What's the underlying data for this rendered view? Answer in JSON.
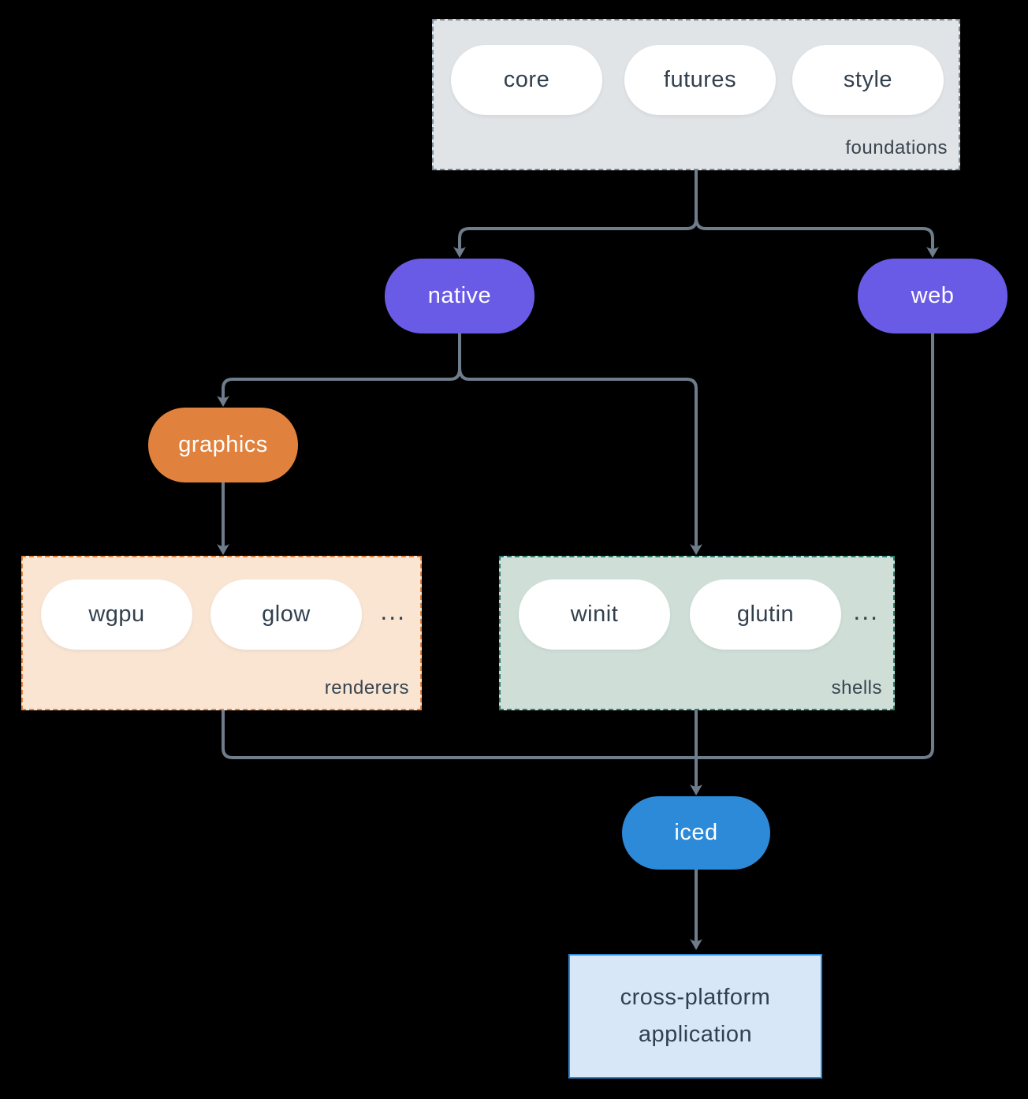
{
  "colors": {
    "background": "#000000",
    "arrow": "#6e7c8c",
    "purple_node": "#6a5be6",
    "orange_node": "#e0823d",
    "blue_node": "#2d8ad8",
    "foundations_fill": "#e0e4e7",
    "foundations_border": "#7a8795",
    "renderers_fill": "#fae5d3",
    "renderers_border": "#e8833d",
    "shells_fill": "#cfdfd8",
    "shells_border": "#2e7d6e",
    "app_fill": "#d8e7f7",
    "app_border": "#2d8ad8",
    "dark_text": "#32404e"
  },
  "groups": {
    "foundations": {
      "label": "foundations",
      "items": [
        "core",
        "futures",
        "style"
      ]
    },
    "renderers": {
      "label": "renderers",
      "items": [
        "wgpu",
        "glow"
      ],
      "ellipsis": "..."
    },
    "shells": {
      "label": "shells",
      "items": [
        "winit",
        "glutin"
      ],
      "ellipsis": "..."
    }
  },
  "nodes": {
    "native": {
      "label": "native"
    },
    "web": {
      "label": "web"
    },
    "graphics": {
      "label": "graphics"
    },
    "iced": {
      "label": "iced"
    },
    "app": {
      "label_line1": "cross-platform",
      "label_line2": "application"
    }
  }
}
